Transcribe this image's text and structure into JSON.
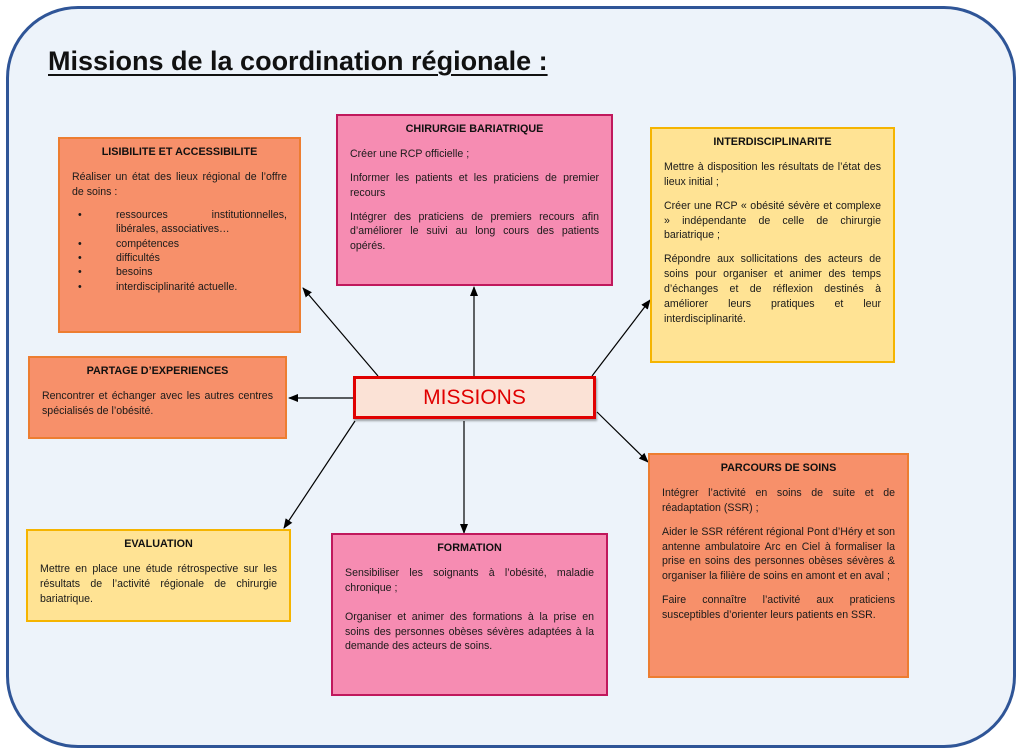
{
  "title": "Missions de la coordination régionale :",
  "center_label": "MISSIONS",
  "colors": {
    "frame_border": "#2f5597",
    "frame_fill": "#edf3fa",
    "center_border": "#e00000",
    "center_fill": "#fbe2d6",
    "orange_fill": "#f7906a",
    "orange_border": "#ed7d31",
    "pink_fill": "#f68cb2",
    "pink_border": "#c0185c",
    "yellow_fill": "#ffe394",
    "yellow_border": "#f5b400"
  },
  "boxes": {
    "lisibilite": {
      "heading": "LISIBILITE ET ACCESSIBILITE",
      "intro": "Réaliser un état des lieux régional de l’offre de soins :",
      "bullets": [
        "ressources institutionnelles, libérales, associatives…",
        "compétences",
        "difficultés",
        "besoins",
        "interdisciplinarité actuelle."
      ]
    },
    "chirurgie": {
      "heading": "CHIRURGIE BARIATRIQUE",
      "items": [
        "Créer une RCP officielle ;",
        "Informer les patients et les praticiens de premier recours",
        "Intégrer des praticiens de premiers recours afin d’améliorer le suivi au long cours des patients opérés."
      ]
    },
    "interdisciplinarite": {
      "heading": "INTERDISCIPLINARITE",
      "items": [
        "Mettre à disposition les résultats de l’état des lieux initial ;",
        "Créer une RCP « obésité sévère et complexe » indépendante de celle de chirurgie bariatrique ;",
        "Répondre aux sollicitations des acteurs de soins pour organiser et animer des temps d’échanges et de réflexion destinés à améliorer leurs pratiques et leur interdisciplinarité."
      ]
    },
    "partage": {
      "heading": "PARTAGE D’EXPERIENCES",
      "items": [
        "Rencontrer et échanger avec les autres centres spécialisés de l’obésité."
      ]
    },
    "parcours": {
      "heading": "PARCOURS DE SOINS",
      "items": [
        "Intégrer l’activité en soins de suite et de réadaptation (SSR) ;",
        "Aider le SSR référent régional Pont d’Héry et son antenne ambulatoire Arc en Ciel à formaliser la prise en soins des personnes obèses sévères & organiser la filière de soins en amont et en aval ;",
        "Faire connaître l’activité aux praticiens susceptibles d’orienter leurs patients en SSR."
      ]
    },
    "evaluation": {
      "heading": "EVALUATION",
      "items": [
        "Mettre en place une étude rétrospective sur les résultats de l’activité régionale de chirurgie bariatrique."
      ]
    },
    "formation": {
      "heading": "FORMATION",
      "items": [
        "Sensibiliser les soignants à l’obésité, maladie chronique ;",
        "Organiser et animer des formations à la prise en soins des personnes obèses sévères adaptées à la demande des acteurs de soins."
      ]
    }
  }
}
